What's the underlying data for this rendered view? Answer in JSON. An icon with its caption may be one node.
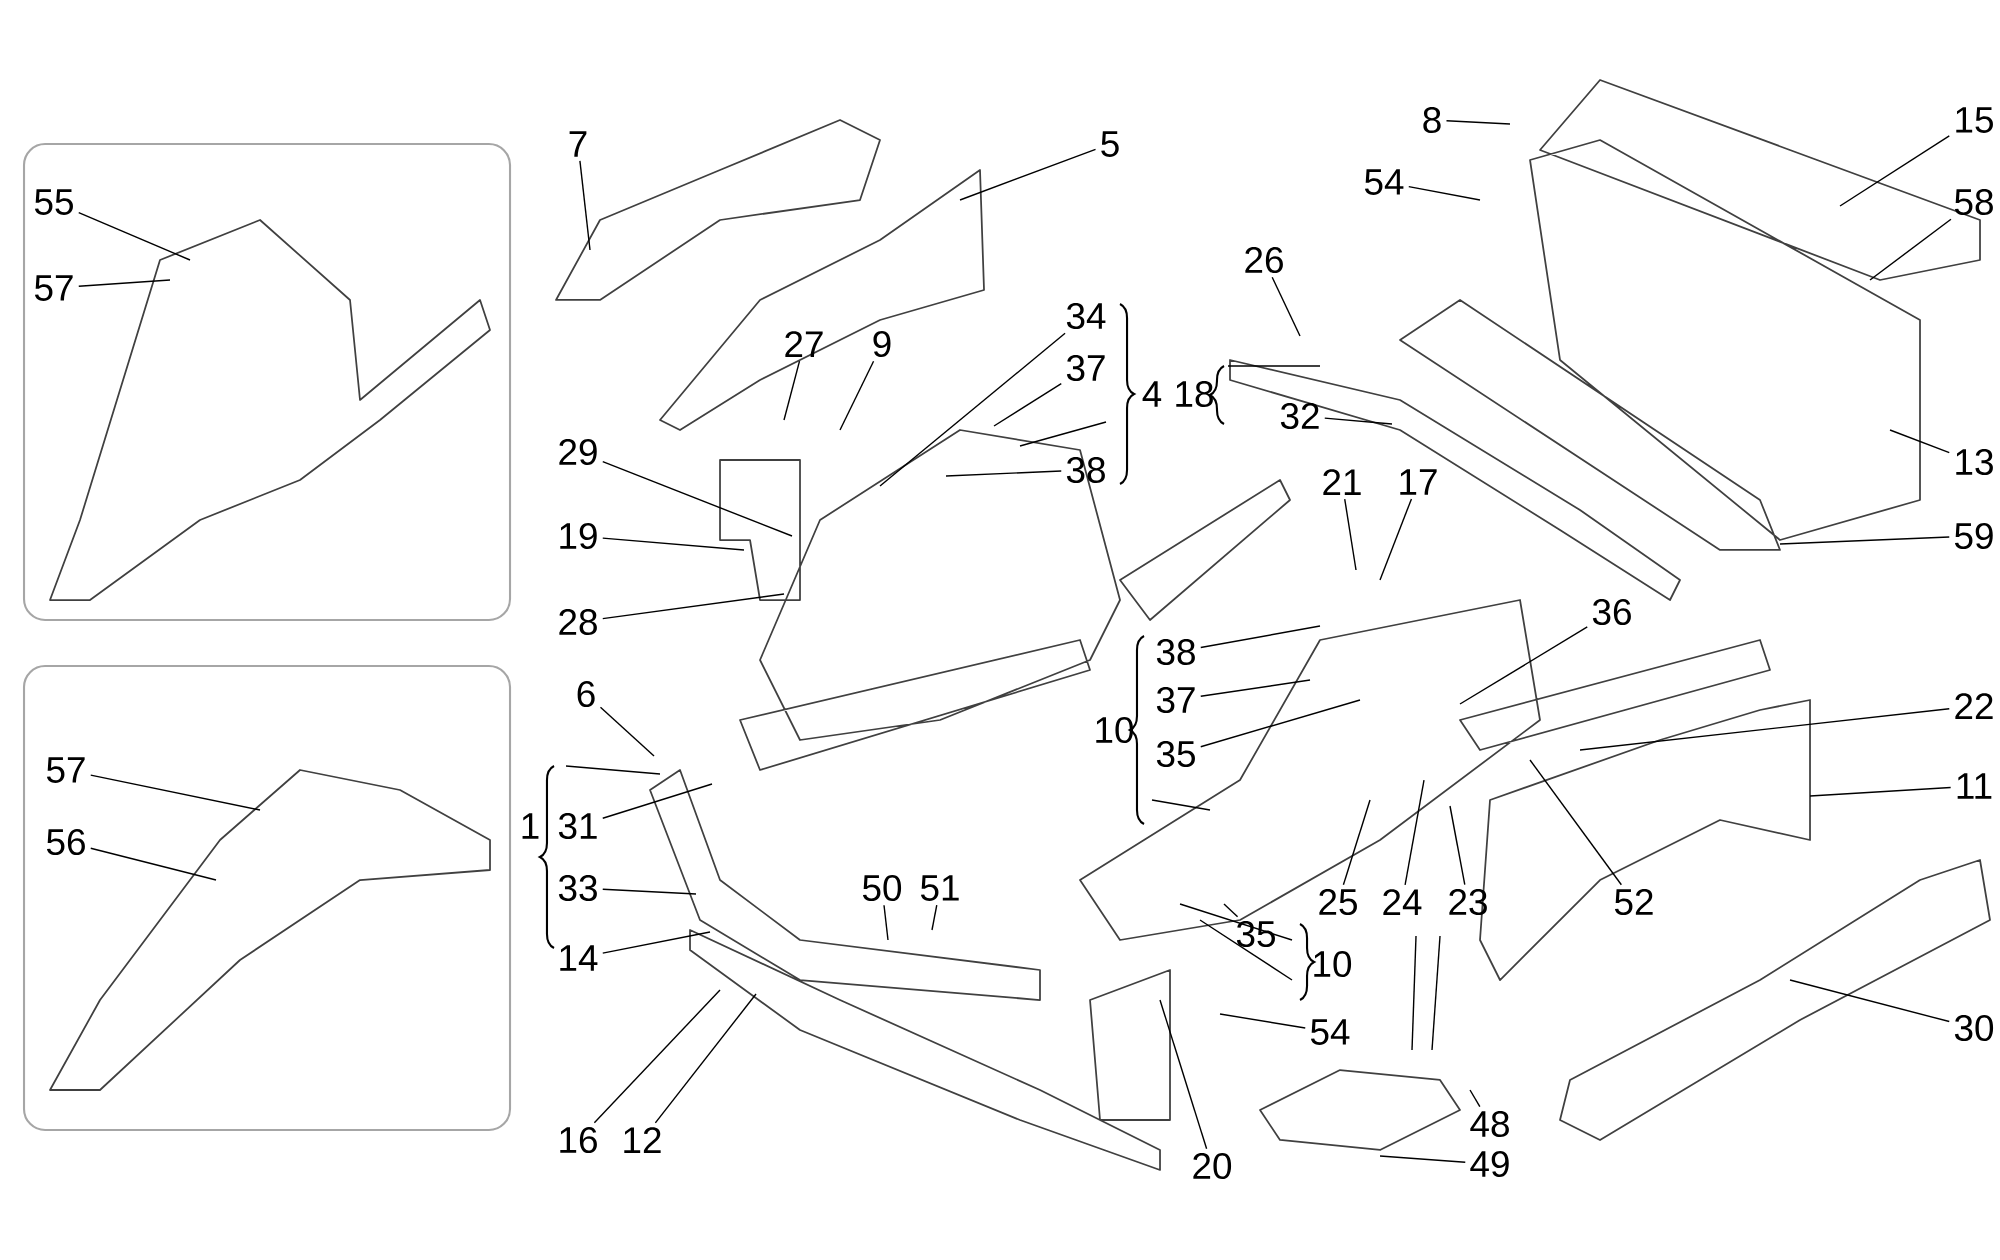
{
  "diagram": {
    "nodes": [
      {
        "text": [
          "55"
        ]
      },
      {
        "text": [
          "57"
        ]
      },
      {
        "text": [
          "57"
        ]
      },
      {
        "text": [
          "56"
        ]
      },
      {
        "text": [
          "7"
        ]
      },
      {
        "text": [
          "5"
        ]
      },
      {
        "text": [
          "8"
        ]
      },
      {
        "text": [
          "15"
        ]
      },
      {
        "text": [
          "54"
        ]
      },
      {
        "text": [
          "58"
        ]
      },
      {
        "text": [
          "26"
        ]
      },
      {
        "text": [
          "34"
        ]
      },
      {
        "text": [
          "27"
        ]
      },
      {
        "text": [
          "9"
        ]
      },
      {
        "text": [
          "37"
        ]
      },
      {
        "text": [
          "4"
        ]
      },
      {
        "text": [
          "18"
        ]
      },
      {
        "text": [
          "32"
        ]
      },
      {
        "text": [
          "29"
        ]
      },
      {
        "text": [
          "13"
        ]
      },
      {
        "text": [
          "38"
        ]
      },
      {
        "text": [
          "21"
        ]
      },
      {
        "text": [
          "17"
        ]
      },
      {
        "text": [
          "19"
        ]
      },
      {
        "text": [
          "59"
        ]
      },
      {
        "text": [
          "28"
        ]
      },
      {
        "text": [
          "36"
        ]
      },
      {
        "text": [
          "38"
        ]
      },
      {
        "text": [
          "6"
        ]
      },
      {
        "text": [
          "37"
        ]
      },
      {
        "text": [
          "22"
        ]
      },
      {
        "text": [
          "10"
        ]
      },
      {
        "text": [
          "35"
        ]
      },
      {
        "text": [
          "11"
        ]
      },
      {
        "text": [
          "1"
        ]
      },
      {
        "text": [
          "31"
        ]
      },
      {
        "text": [
          "33"
        ]
      },
      {
        "text": [
          "50"
        ]
      },
      {
        "text": [
          "51"
        ]
      },
      {
        "text": [
          "25"
        ]
      },
      {
        "text": [
          "24"
        ]
      },
      {
        "text": [
          "23"
        ]
      },
      {
        "text": [
          "52"
        ]
      },
      {
        "text": [
          "35"
        ]
      },
      {
        "text": [
          "14"
        ]
      },
      {
        "text": [
          "10"
        ]
      },
      {
        "text": [
          "30"
        ]
      },
      {
        "text": [
          "54"
        ]
      },
      {
        "text": [
          "48"
        ]
      },
      {
        "text": [
          "16"
        ]
      },
      {
        "text": [
          "12"
        ]
      },
      {
        "text": [
          "20"
        ]
      },
      {
        "text": [
          "49"
        ]
      }
    ],
    "edges": [
      {
        "from": 0,
        "to": null,
        "arrow": "none"
      },
      {
        "from": 1,
        "to": null,
        "arrow": "none"
      },
      {
        "from": 2,
        "to": null,
        "arrow": "none"
      },
      {
        "from": 3,
        "to": null,
        "arrow": "none"
      },
      {
        "from": 4,
        "to": null,
        "arrow": "none"
      },
      {
        "from": 5,
        "to": null,
        "arrow": "none"
      },
      {
        "from": 6,
        "to": null,
        "arrow": "none"
      },
      {
        "from": 7,
        "to": null,
        "arrow": "none"
      },
      {
        "from": 8,
        "to": null,
        "arrow": "none"
      },
      {
        "from": 9,
        "to": null,
        "arrow": "none"
      },
      {
        "from": 10,
        "to": null,
        "arrow": "none"
      },
      {
        "from": 11,
        "to": null,
        "arrow": "none"
      },
      {
        "from": 12,
        "to": null,
        "arrow": "none"
      },
      {
        "from": 13,
        "to": null,
        "arrow": "none"
      },
      {
        "from": 14,
        "to": null,
        "arrow": "none"
      },
      {
        "from": 17,
        "to": null,
        "arrow": "none"
      },
      {
        "from": 18,
        "to": null,
        "arrow": "none"
      },
      {
        "from": 19,
        "to": null,
        "arrow": "none"
      },
      {
        "from": 20,
        "to": null,
        "arrow": "none"
      },
      {
        "from": 21,
        "to": null,
        "arrow": "none"
      },
      {
        "from": 22,
        "to": null,
        "arrow": "none"
      },
      {
        "from": 23,
        "to": null,
        "arrow": "none"
      },
      {
        "from": 24,
        "to": null,
        "arrow": "none"
      },
      {
        "from": 25,
        "to": null,
        "arrow": "none"
      },
      {
        "from": 26,
        "to": null,
        "arrow": "none"
      },
      {
        "from": 27,
        "to": null,
        "arrow": "none"
      },
      {
        "from": 28,
        "to": null,
        "arrow": "none"
      },
      {
        "from": 29,
        "to": null,
        "arrow": "none"
      },
      {
        "from": 30,
        "to": null,
        "arrow": "none"
      },
      {
        "from": 32,
        "to": null,
        "arrow": "none"
      },
      {
        "from": 33,
        "to": null,
        "arrow": "none"
      },
      {
        "from": 35,
        "to": null,
        "arrow": "none"
      },
      {
        "from": 36,
        "to": null,
        "arrow": "none"
      },
      {
        "from": 37,
        "to": null,
        "arrow": "none"
      },
      {
        "from": 38,
        "to": null,
        "arrow": "none"
      },
      {
        "from": 39,
        "to": null,
        "arrow": "none"
      },
      {
        "from": 40,
        "to": null,
        "arrow": "none"
      },
      {
        "from": 41,
        "to": null,
        "arrow": "none"
      },
      {
        "from": 42,
        "to": null,
        "arrow": "none"
      },
      {
        "from": 43,
        "to": null,
        "arrow": "none"
      },
      {
        "from": 44,
        "to": null,
        "arrow": "none"
      },
      {
        "from": 46,
        "to": null,
        "arrow": "none"
      },
      {
        "from": 47,
        "to": null,
        "arrow": "none"
      },
      {
        "from": 48,
        "to": null,
        "arrow": "none"
      },
      {
        "from": 49,
        "to": null,
        "arrow": "none"
      },
      {
        "from": 50,
        "to": null,
        "arrow": "none"
      },
      {
        "from": 51,
        "to": null,
        "arrow": "none"
      },
      {
        "from": 52,
        "to": null,
        "arrow": "none"
      }
    ]
  }
}
